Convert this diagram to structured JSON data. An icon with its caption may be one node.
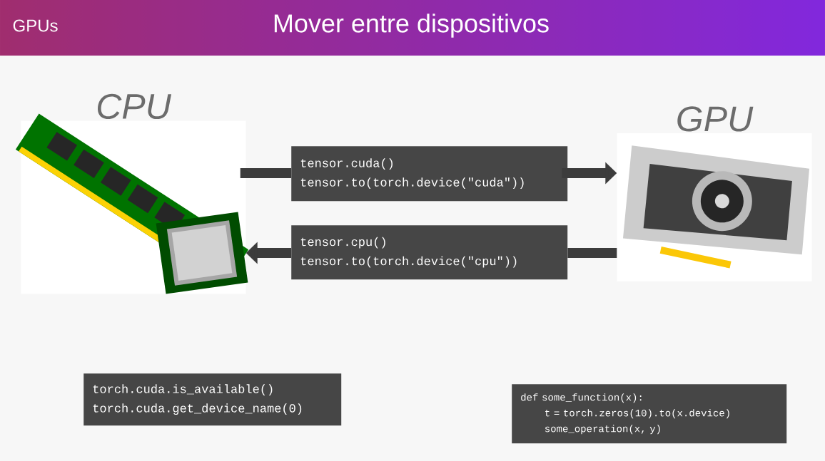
{
  "diagram": {
    "title": "Mover entre dispositivos",
    "nodes": [
      {
        "text": [
          "CPU"
        ]
      },
      {
        "text": [
          "tensor.cuda()",
          "tensor.to(torch.device(\"cuda\"))"
        ]
      },
      {
        "text": [
          "GPU"
        ]
      },
      {
        "text": [
          "tensor.cpu()",
          "tensor.to(torch.device(\"cpu\"))"
        ]
      },
      {
        "text": [
          "torch.cuda.is_available()",
          "torch.cuda.get_device_name(0)"
        ]
      },
      {
        "text": [
          "def some_function(x):",
          "t = torch.zeros(10).to(x.device)",
          "some_operation(x, y)"
        ]
      }
    ],
    "edges": [
      {
        "from": 0,
        "to": 1,
        "arrow": "none"
      },
      {
        "from": 1,
        "to": 2,
        "arrow": "to"
      },
      {
        "from": 2,
        "to": 3,
        "arrow": "none"
      },
      {
        "from": 3,
        "to": 0,
        "arrow": "to"
      }
    ],
    "labels": [
      "GPUs"
    ]
  }
}
